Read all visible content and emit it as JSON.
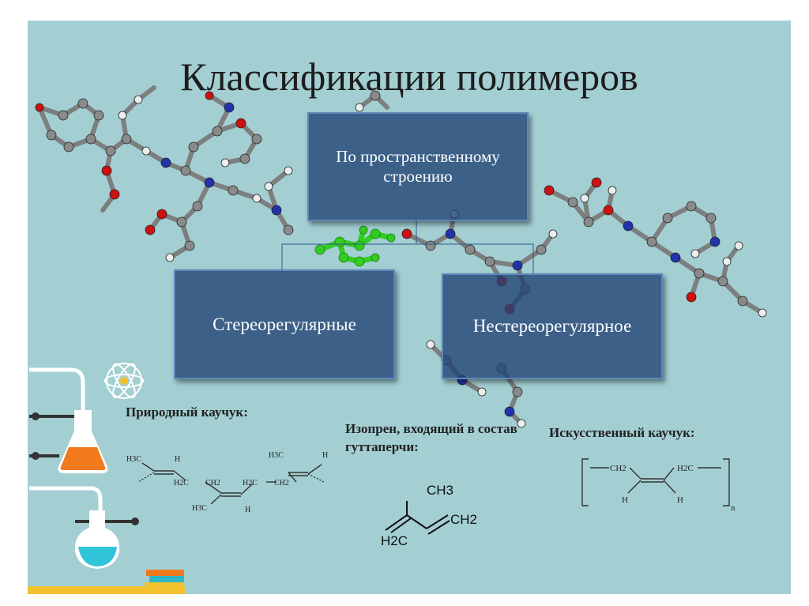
{
  "slide": {
    "title": "Классификации полимеров",
    "boxes": {
      "top": "По пространственному строению",
      "left": "Стереорегулярные",
      "right": "Нестереорегулярное"
    },
    "labels": {
      "natural_rubber": "Природный каучук:",
      "isoprene": "Изопрен, входящий в состав гуттаперчи:",
      "artificial_rubber": "Искусственный каучук:"
    },
    "formulas": {
      "isoprene_ch3": "CH3",
      "isoprene_ch2_right": "CH2",
      "isoprene_h2c_left": "H2C",
      "artificial_ch2": "CH2",
      "artificial_h2c": "H2C",
      "artificial_h_left": "H",
      "artificial_h_right": "H",
      "artificial_n": "n",
      "natural_h3c_1": "H3C",
      "natural_h_1": "H",
      "natural_h2c_1": "H2C",
      "natural_ch2_1": "CH2",
      "natural_h3c_2": "H3C",
      "natural_h_2": "H",
      "natural_h2c_2": "H2C",
      "natural_ch2_2": "CH2",
      "natural_h3c_3": "H3C",
      "natural_h_3": "H"
    },
    "colors": {
      "background": "#a3cfd3",
      "box_fill": "#224476",
      "carbon": "#8a8a8a",
      "oxygen": "#cc1111",
      "nitrogen": "#2233aa",
      "hydrogen": "#eeeeee",
      "highlight": "#33cc22"
    }
  }
}
